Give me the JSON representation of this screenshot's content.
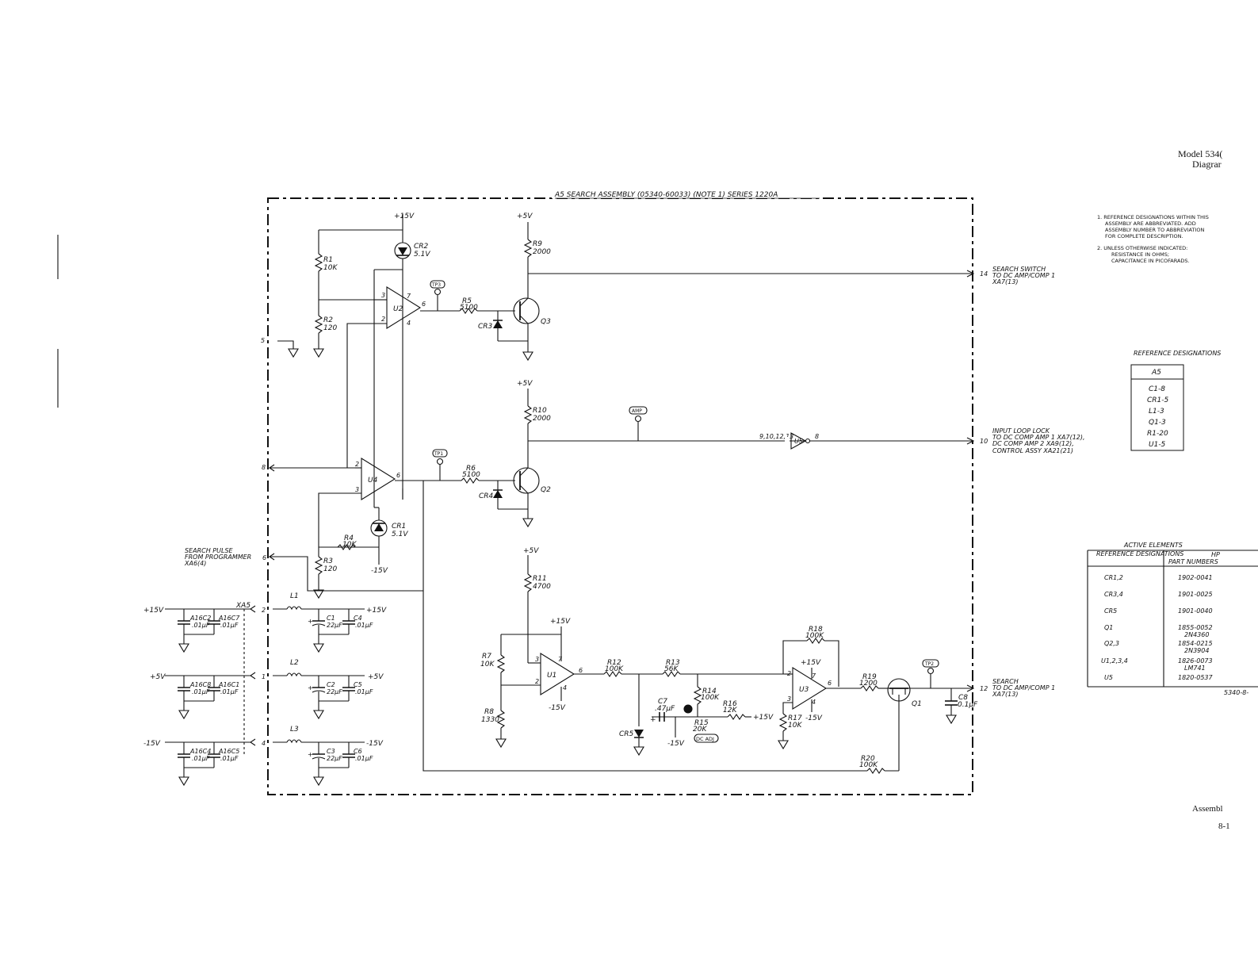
{
  "header": {
    "model": "Model 534(",
    "diagram": "Diagrar"
  },
  "footer": {
    "assembly": "Assembl",
    "page": "8-1"
  },
  "assembly_title": "A5  SEARCH  ASSEMBLY (05340-60033) (NOTE 1)  SERIES 1220A",
  "notes": [
    "1.  REFERENCE DESIGNATIONS WITHIN THIS",
    "ASSEMBLY ARE ABBREVIATED. ADD",
    "ASSEMBLY NUMBER TO ABBREVIATION",
    "FOR COMPLETE DESCRIPTION.",
    "2.  UNLESS OTHERWISE INDICATED:",
    "RESISTANCE IN OHMS;",
    "CAPACITANCE IN PICOFARADS."
  ],
  "ref_table": {
    "title": "REFERENCE DESIGNATIONS",
    "header": "A5",
    "rows": [
      "C1-8",
      "CR1-5",
      "L1-3",
      "Q1-3",
      "R1-20",
      "U1-5"
    ]
  },
  "active_elements": {
    "title": "ACTIVE ELEMENTS",
    "col1": "REFERENCE DESIGNATIONS",
    "col2_top": "HP",
    "col2": "PART NUMBERS",
    "rows": [
      {
        "ref": "CR1,2",
        "part": "1902-0041"
      },
      {
        "ref": "CR3,4",
        "part": "1901-0025"
      },
      {
        "ref": "CR5",
        "part": "1901-0040"
      },
      {
        "ref": "Q1",
        "part": "1855-0052",
        "alt": "2N4360"
      },
      {
        "ref": "Q2,3",
        "part": "1854-0215",
        "alt": "2N3904"
      },
      {
        "ref": "U1,2,3,4",
        "part": "1826-0073",
        "alt": "LM741"
      },
      {
        "ref": "U5",
        "part": "1820-0537"
      }
    ],
    "figref": "5340-8-"
  },
  "components": {
    "cr2": "CR2",
    "cr2_v": "5.1V",
    "r1": "R1",
    "r1_v": "10K",
    "r2": "R2",
    "r2_v": "120",
    "u2": "U2",
    "tp3": "TP3",
    "r5": "R5",
    "r5_v": "5100",
    "cr3": "CR3",
    "q3": "Q3",
    "r9": "R9",
    "r9_v": "2000",
    "r10": "R10",
    "r10_v": "2000",
    "amp": "AMP",
    "u5": "U5",
    "u5_pins": "9,10,12,13",
    "u5_out": "8",
    "tp1": "TP1",
    "u4": "U4",
    "r6": "R6",
    "r6_v": "5100",
    "cr4": "CR4",
    "q2": "Q2",
    "cr1": "CR1",
    "cr1_v": "5.1V",
    "r4": "R4",
    "r4_v": "10K",
    "r3": "R3",
    "r3_v": "120",
    "r11": "R11",
    "r11_v": "4700",
    "r7": "R7",
    "r7_v": "10K",
    "r8": "R8",
    "r8_v": "1330",
    "u1": "U1",
    "r12": "R12",
    "r12_v": "100K",
    "r13": "R13",
    "r13_v": "56K",
    "r14": "R14",
    "r14_v": "100K",
    "r15": "R15",
    "r15_v": "20K",
    "r16": "R16",
    "r16_v": "12K",
    "dc_adj": "DC ADJ",
    "c7": "C7",
    "c7_v": ".47µF",
    "cr5": "CR5",
    "r18": "R18",
    "r18_v": "100K",
    "u3": "U3",
    "r17": "R17",
    "r17_v": "10K",
    "r19": "R19",
    "r19_v": "1200",
    "q1": "Q1",
    "tp2": "TP2",
    "c8": "C8",
    "c8_v": "0.1µF",
    "r20": "R20",
    "r20_v": "100K",
    "l1": "L1",
    "l2": "L2",
    "l3": "L3",
    "c1": "C1",
    "c1_v": "22µF",
    "c2": "C2",
    "c2_v": "22µF",
    "c3": "C3",
    "c3_v": "22µF",
    "c4": "C4",
    "c4_v": ".01µF",
    "c5": "C5",
    "c5_v": ".01µF",
    "c6": "C6",
    "c6_v": ".01µF",
    "a16c2": "A16C2",
    "a16c7": "A16C7",
    "a16c8": "A16C8",
    "a16c1": "A16C1",
    "a16c4": "A16C4",
    "a16c5": "A16C5",
    "cap_v": ".01µF",
    "xa5": "XA5"
  },
  "rails": {
    "p15": "+15V",
    "p5": "+5V",
    "m15": "-15V"
  },
  "signals": {
    "search_switch": [
      "SEARCH SWITCH",
      "TO DC AMP/COMP 1",
      "XA7(13)"
    ],
    "input_loop": [
      "INPUT LOOP LOCK",
      "TO DC COMP AMP 1 XA7(12),",
      "DC COMP AMP 2 XA9(12),",
      "CONTROL ASSY XA21(21)"
    ],
    "search_out": [
      "SEARCH",
      "TO DC AMP/COMP 1",
      "XA7(13)"
    ],
    "search_pulse": [
      "SEARCH PULSE",
      "FROM PROGRAMMER",
      "XA6(4)"
    ]
  },
  "pins": {
    "p14": "14",
    "p10": "10",
    "p12": "12",
    "p5": "5",
    "p8": "8",
    "p6": "6",
    "p2": "2",
    "p1": "1",
    "p4": "4",
    "u2_in1": "3",
    "u2_in2": "2",
    "u2_top": "7",
    "u2_bot": "4",
    "u2_out": "6",
    "u4_in1": "2",
    "u4_in2": "3",
    "u4_out": "6",
    "u1_top": "7",
    "u1_in": "3",
    "u1_in2": "2",
    "u1_bot": "4",
    "u1_out": "6",
    "u3_in1": "2",
    "u3_in2": "3",
    "u3_top": "7",
    "u3_bot": "4",
    "u3_out": "6"
  }
}
